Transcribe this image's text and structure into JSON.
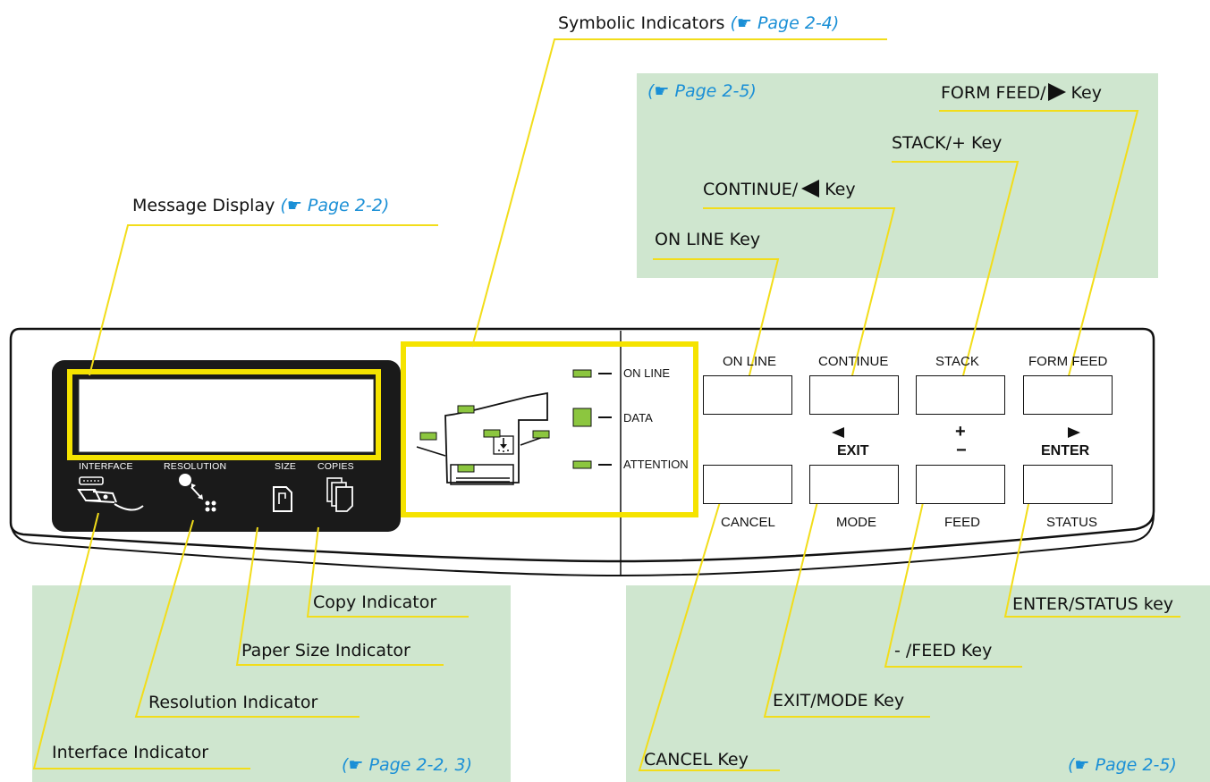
{
  "callouts": {
    "symbolic_indicators": "Symbolic Indicators",
    "symbolic_ref": "(☛ Page 2-4)",
    "message_display": "Message Display",
    "message_ref": "(☛ Page 2-2)",
    "top_group_ref": "(☛ Page 2-5)",
    "form_feed_key": "FORM FEED/",
    "form_feed_key_suffix": "Key",
    "stack_key": "STACK/+ Key",
    "continue_key": "CONTINUE/",
    "continue_key_suffix": "Key",
    "online_key": "ON LINE Key",
    "copy_indicator": "Copy Indicator",
    "paper_size_indicator": "Paper Size Indicator",
    "resolution_indicator": "Resolution Indicator",
    "interface_indicator": "Interface Indicator",
    "bottom_left_ref": "(☛ Page 2-2, 3)",
    "enter_status_key": "ENTER/STATUS key",
    "feed_key": "- /FEED Key",
    "exit_mode_key": "EXIT/MODE Key",
    "cancel_key": "CANCEL Key",
    "bottom_right_ref": "(☛ Page 2-5)"
  },
  "panel": {
    "lcd_labels": [
      "INTERFACE",
      "RESOLUTION",
      "SIZE",
      "COPIES"
    ],
    "leds": [
      "ON LINE",
      "DATA",
      "ATTENTION"
    ],
    "top_keys": [
      "ON LINE",
      "CONTINUE",
      "STACK",
      "FORM FEED"
    ],
    "bottom_keys": [
      "CANCEL",
      "MODE",
      "FEED",
      "STATUS"
    ],
    "exit_label": "EXIT",
    "minus_label": "−",
    "plus_label": "+",
    "enter_label": "ENTER"
  },
  "colors": {
    "callout_line": "#f2dd1a",
    "highlight": "#f5e300",
    "green_box": "#cfe6cf",
    "led_green": "#8cc63f",
    "reference_blue": "#1a8fd6"
  }
}
